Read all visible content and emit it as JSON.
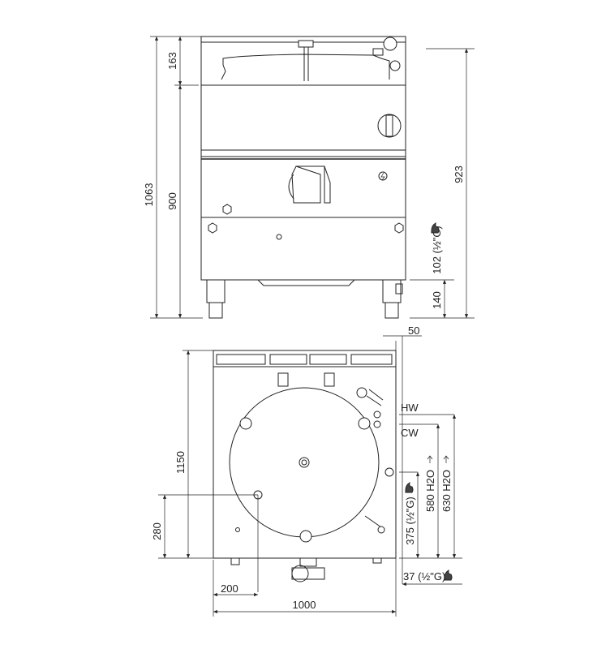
{
  "front_view": {
    "dims": {
      "lid_height": "163",
      "body_height": "900",
      "total_height": "1063",
      "right_height": "923",
      "gas_inlet": "102 (½\"G)",
      "electric_inlet": "140"
    }
  },
  "top_view": {
    "dims": {
      "depth": "1150",
      "electric_offset_y": "280",
      "electric_offset_x": "200",
      "width": "1000",
      "rear_offset": "50",
      "hw_height": "630 H2O",
      "cw_height": "580 H2O",
      "gas_height": "375 (½\"G)",
      "gas_bottom": "37 (½\"G)"
    },
    "labels": {
      "hot_water": "HW",
      "cold_water": "CW"
    }
  },
  "icons": [
    "gas-flame-icon",
    "electric-icon",
    "water-arrow-icon"
  ]
}
